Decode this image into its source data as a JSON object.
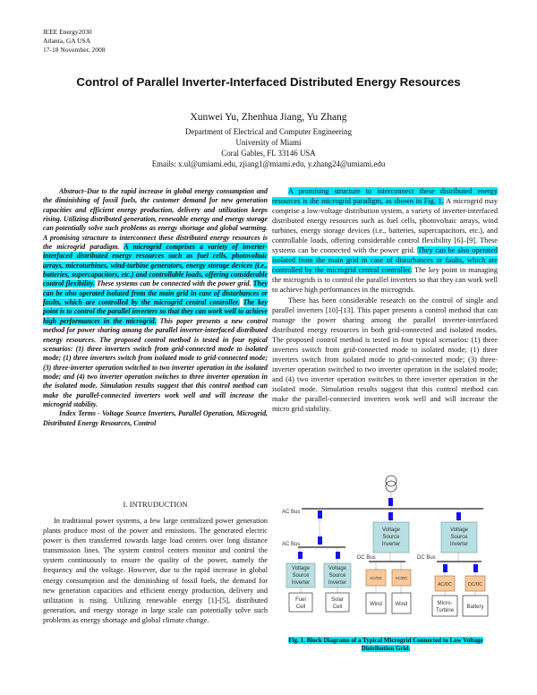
{
  "header": {
    "conference": "IEEE Energy2030",
    "location": "Atlanta, GA USA",
    "date": "17-18 November, 2008"
  },
  "title": "Control of Parallel Inverter-Interfaced Distributed Energy Resources",
  "authors": "Xunwei Yu, Zhenhua Jiang, Yu Zhang",
  "affiliation": {
    "department": "Department of Electrical and Computer Engineering",
    "university": "University of Miami",
    "address": "Coral Gables, FL 33146 USA",
    "emails": "Emails: x.ul@umiami.edu, zjiang1@miami.edu, y.zhang24@umiami.edu"
  },
  "highlight_color": "#00e8ff",
  "abstract": {
    "seg1": "Abstract–Due to the rapid increase in global energy consumption and the diminishing of fossil fuels, the customer demand for new generation capacities and efficient energy production, delivery and utilization keeps rising. Utilizing distributed generation, renewable energy and energy storage can potentially solve such problems as energy shortage and global warming. A promising structure to interconnect these distributed energy resources is the microgrid paradigm. ",
    "seg2": "A microgrid comprises a variety of inverter-interfaced distributed energy resources such as fuel cells, photovoltaic arrays, microturbines, wind-turbine generators, energy storage devices (i.e., batteries, supercapacitors, etc.) and controllable loads, offering considerable control flexibility.",
    "seg3": " These systems can be connected with the power grid. ",
    "seg4": "They can be also operated isolated from the main grid in case of disturbances or faults, which are controlled by the microgrid central controller.",
    "seg5": " ",
    "seg6": "The key point is to control the parallel inverters so that they can work well to achieve high performances in the microgrid.",
    "seg7": " This paper presents a new control method for power sharing among the parallel inverter-interfaced distributed energy resources. The proposed control method is tested in four typical scenarios: (1) three inverters switch from grid-connected mode to isolated mode; (1) three inverters switch from isolated mode to grid-connected mode; (3) three-inverter operation switched to two inverter operation in the isolated mode; and (4) two inverter operation switches to three inverter operation in the isolated mode. Simulation results suggest that this control method can make the parallel-connected inverters work well and will increase the microgrid stability.",
    "index_terms": "Index Terms - Voltage Source Inverters, Parallel Operation, Microgrid, Distributed Energy Resources, Control"
  },
  "right_column": {
    "p1_seg1": "A promising structure to interconnect these distributed energy resources is the microgrid paradigm, as shown in Fig. 1.",
    "p1_seg2": " A microgrid may comprise a low-voltage distribution system, a variety of inverter-interfaced distributed energy resources such as fuel cells, photovoltaic arrays, wind turbines, energy storage devices (i.e., batteries, supercapacitors, etc.), and controllable loads, offering considerable control flexibility [6]–[9]. These systems can be connected with the power grid. ",
    "p1_seg3": "They can be also operated isolated from the main grid in case of disturbances or faults, which are controlled by the microgrid central controller.",
    "p1_seg4": " The key point in managing the microgrids is to control the parallel inverters so that they can work well to achieve high performances in the microgrids.",
    "p2": "There has been considerable research on the control of single and parallel inverters [10]-[13]. This paper presents a control method that can manage the power sharing among the parallel inverter-interfaced distributed energy resources in both grid-connected and isolated modes. The proposed control method is tested in four typical scenarios: (1) three inverters switch from grid-connected mode to isolated mode; (1) three inverters switch from isolated mode to grid-connected mode; (3) three-inverter operation switched to two inverter operation in the isolated mode; and (4) two inverter operation switches to three inverter operation in the isolated mode. Simulation results suggest that this control method can make the parallel-connected inverters work well and will increase the micro grid stability."
  },
  "introduction": {
    "heading": "I.  INTRUDUCTION",
    "text": "In traditional power systems, a few large centralized power generation plants produce most of the power and emissions. The generated electric power is then transferred towards large load centers over long distance transmission lines. The system control centers monitor and control the system continuously to ensure the quality of the power, namely the frequency and the voltage. However, due to the rapid increase in global energy consumption and the diminishing of fossil fuels, the demand for new generation capacities and efficient energy production, delivery and utilization is rising. Utilizing renewable energy [1]-[5], distributed generation, and energy storage in large scale can potentially solve such problems as energy shortage and global climate change."
  },
  "figure": {
    "ac_bus_main": "AC Bus",
    "ac_bus_sub": "AC Bus",
    "dc_bus_1": "DC Bus",
    "dc_bus_2": "DC Bus",
    "vsi_line1": "Voltage",
    "vsi_line2": "Source",
    "vsi_line3": "Inverter",
    "fuel_cell": [
      "Fuel",
      "Cell"
    ],
    "solar_cell": [
      "Solar",
      "Cell"
    ],
    "acdc": "AC/DC",
    "dcdc": "DC/DC",
    "wind": "Wind",
    "micro_turbine": [
      "Micro-",
      "Turbine"
    ],
    "battery": "Battery",
    "colors": {
      "breaker": "#1414e6",
      "inverter": "#b9dfe2",
      "converter": "#f9c89b"
    },
    "caption": "Fig. 1. Block Diagrams of a Typical Microgrid Connected to Low Voltage Distribution Grid."
  }
}
